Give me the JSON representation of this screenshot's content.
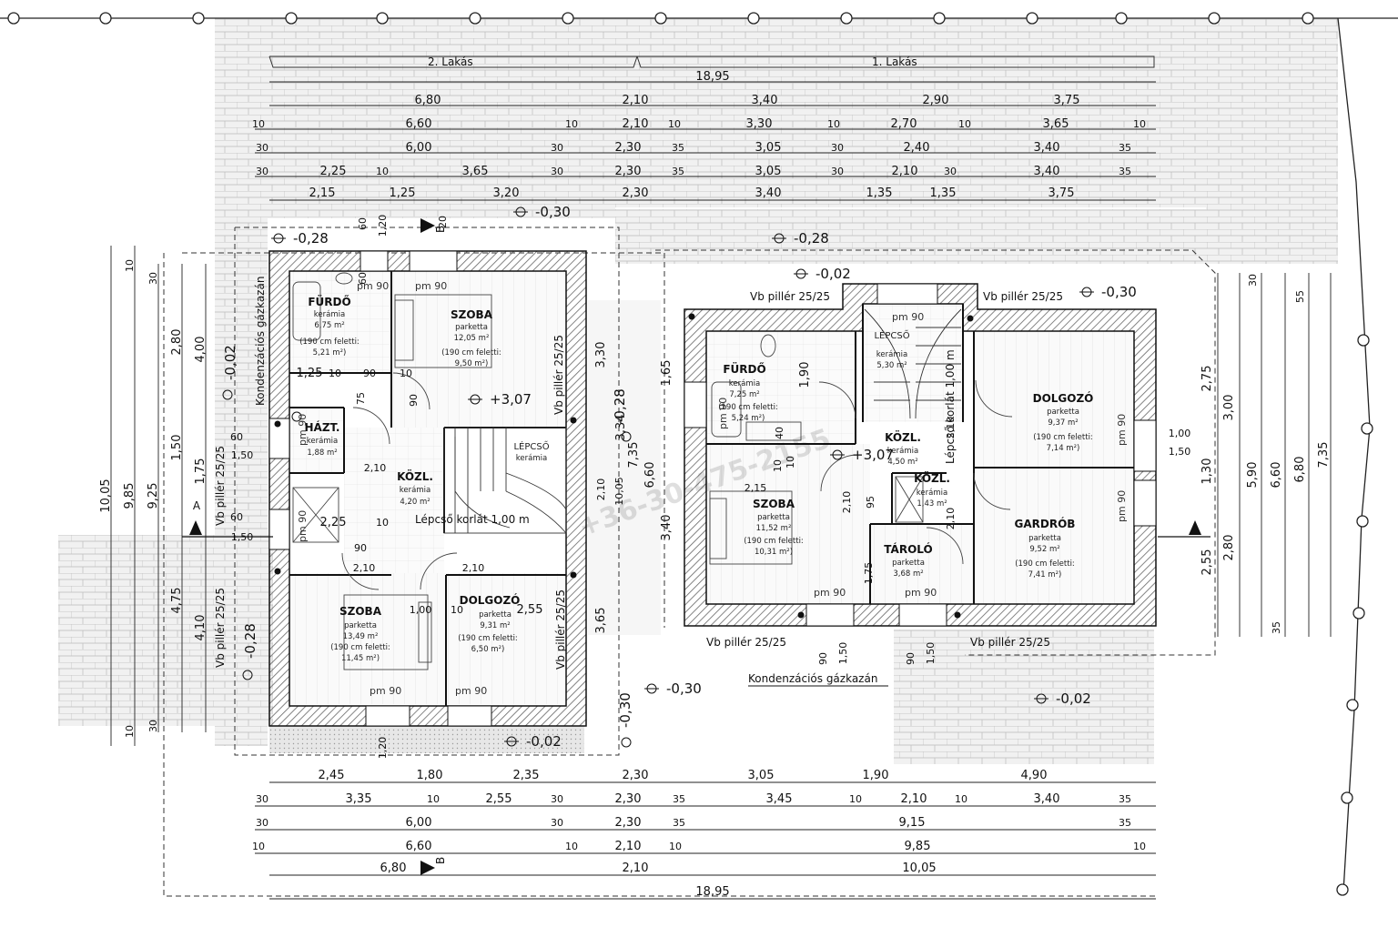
{
  "units": {
    "left": "2. Lakás",
    "right": "1. Lakás"
  },
  "watermark": "+36-30-475-2155",
  "dims_top": {
    "total": "18,95",
    "row1": [
      "6,80",
      "2,10",
      "3,40",
      "2,90",
      "3,75"
    ],
    "row2": [
      "10",
      "6,60",
      "10",
      "2,10",
      "10",
      "3,30",
      "10",
      "2,70",
      "10",
      "3,65",
      "10"
    ],
    "row3": [
      "30",
      "6,00",
      "30",
      "2,30",
      "35",
      "3,05",
      "30",
      "2,40",
      "3,40",
      "35"
    ],
    "row4": [
      "30",
      "2,25",
      "10",
      "3,65",
      "30",
      "2,30",
      "35",
      "3,05",
      "30",
      "2,10",
      "30",
      "3,40",
      "35"
    ],
    "row5": [
      "2,15",
      "1,25",
      "3,20",
      "2,30",
      "3,40",
      "1,35",
      "1,35",
      "3,75"
    ]
  },
  "dims_bottom": {
    "row1": [
      "2,45",
      "1,80",
      "2,35",
      "2,30",
      "3,05",
      "1,90",
      "4,90"
    ],
    "row2": [
      "30",
      "3,35",
      "10",
      "2,55",
      "30",
      "2,30",
      "35",
      "3,45",
      "10",
      "2,10",
      "10",
      "3,40",
      "35"
    ],
    "row3": [
      "30",
      "6,00",
      "30",
      "2,30",
      "35",
      "9,15",
      "35"
    ],
    "row4": [
      "10",
      "6,60",
      "10",
      "2,10",
      "10",
      "9,85",
      "10"
    ],
    "row5": [
      "6,80",
      "2,10",
      "10,05"
    ],
    "total": "18,95"
  },
  "dims_left": [
    "10,05",
    "9,85",
    "9,25",
    "10",
    "30",
    "2,80",
    "4,00",
    "1,50",
    "1,75",
    "4,75",
    "4,10",
    "30",
    "10"
  ],
  "dims_right": [
    "7,35",
    "6,80",
    "6,60",
    "5,90",
    "3,00",
    "2,75",
    "2,80",
    "2,55",
    "1,30",
    "1,00",
    "1,50",
    "55",
    "35",
    "30"
  ],
  "levels": [
    "-0,30",
    "-0,28",
    "-0,28",
    "-0,02",
    "+3,07",
    "-0,02",
    "-0,28",
    "-0,02",
    "+3,07",
    "-0,30",
    "-0,30",
    "-0,02",
    "-0,30",
    "-0,28"
  ],
  "rooms": [
    {
      "name": "FÜRDŐ",
      "floor": "kerámia",
      "area": "6,75 m²",
      "note": "(190 cm feletti:",
      "note2": "5,21 m²)"
    },
    {
      "name": "SZOBA",
      "floor": "parketta",
      "area": "12,05 m²",
      "note": "(190 cm feletti:",
      "note2": "9,50 m²)"
    },
    {
      "name": "HÁZT.",
      "floor": "kerámia",
      "area": "1,88 m²"
    },
    {
      "name": "KÖZL.",
      "floor": "kerámia",
      "area": "4,20 m²"
    },
    {
      "name": "LÉPCSŐ",
      "floor": "kerámia"
    },
    {
      "name": "SZOBA",
      "floor": "parketta",
      "area": "13,49 m²",
      "note": "(190 cm feletti:",
      "note2": "11,45 m²)"
    },
    {
      "name": "DOLGOZÓ",
      "floor": "parketta",
      "area": "9,31 m²",
      "note": "(190 cm feletti:",
      "note2": "6,50 m²)"
    },
    {
      "name": "FÜRDŐ",
      "floor": "kerámia",
      "area": "7,25 m²",
      "note": "(190 cm feletti:",
      "note2": "5,24 m²)"
    },
    {
      "name": "LÉPCSŐ",
      "floor": "kerámia",
      "area": "5,30 m²"
    },
    {
      "name": "DOLGOZÓ",
      "floor": "parketta",
      "area": "9,37 m²",
      "note": "(190 cm feletti:",
      "note2": "7,14 m²)"
    },
    {
      "name": "KÖZL.",
      "floor": "kerámia",
      "area": "4,50 m²"
    },
    {
      "name": "KÖZL.",
      "floor": "kerámia",
      "area": "1,43 m²"
    },
    {
      "name": "SZOBA",
      "floor": "parketta",
      "area": "11,52 m²",
      "note": "(190 cm feletti:",
      "note2": "10,31 m²)"
    },
    {
      "name": "TÁROLÓ",
      "floor": "parketta",
      "area": "3,68 m²"
    },
    {
      "name": "GARDRÓB",
      "floor": "parketta",
      "area": "9,52 m²",
      "note": "(190 cm feletti:",
      "note2": "7,41 m²)"
    }
  ],
  "labels": {
    "kondenz": "Kondenzációs gázkazán",
    "pillar": "Vb pillér 25/25",
    "stair_rail": "Lépcső korlát 1,00 m",
    "pm90": "pm 90",
    "section_a": "A",
    "section_b": "B"
  },
  "misc_dims": [
    "1,25",
    "10",
    "90",
    "10",
    "60",
    "1,50",
    "60",
    "1,50",
    "2,25",
    "10",
    "90",
    "2,10",
    "2,10",
    "1,00",
    "10",
    "2,55",
    "3,30",
    "3,65",
    "3,34",
    "7,35",
    "6,60",
    "2,10",
    "10,05",
    "1,65",
    "3,40",
    "1,90",
    "2,10",
    "2,10",
    "90",
    "1,50",
    "90",
    "1,50",
    "1,20",
    "60",
    "1,20",
    "20",
    "75",
    "90",
    "2,10",
    "2,15",
    "1,75",
    "2,10",
    "95",
    "10",
    "40",
    "10",
    "60"
  ]
}
